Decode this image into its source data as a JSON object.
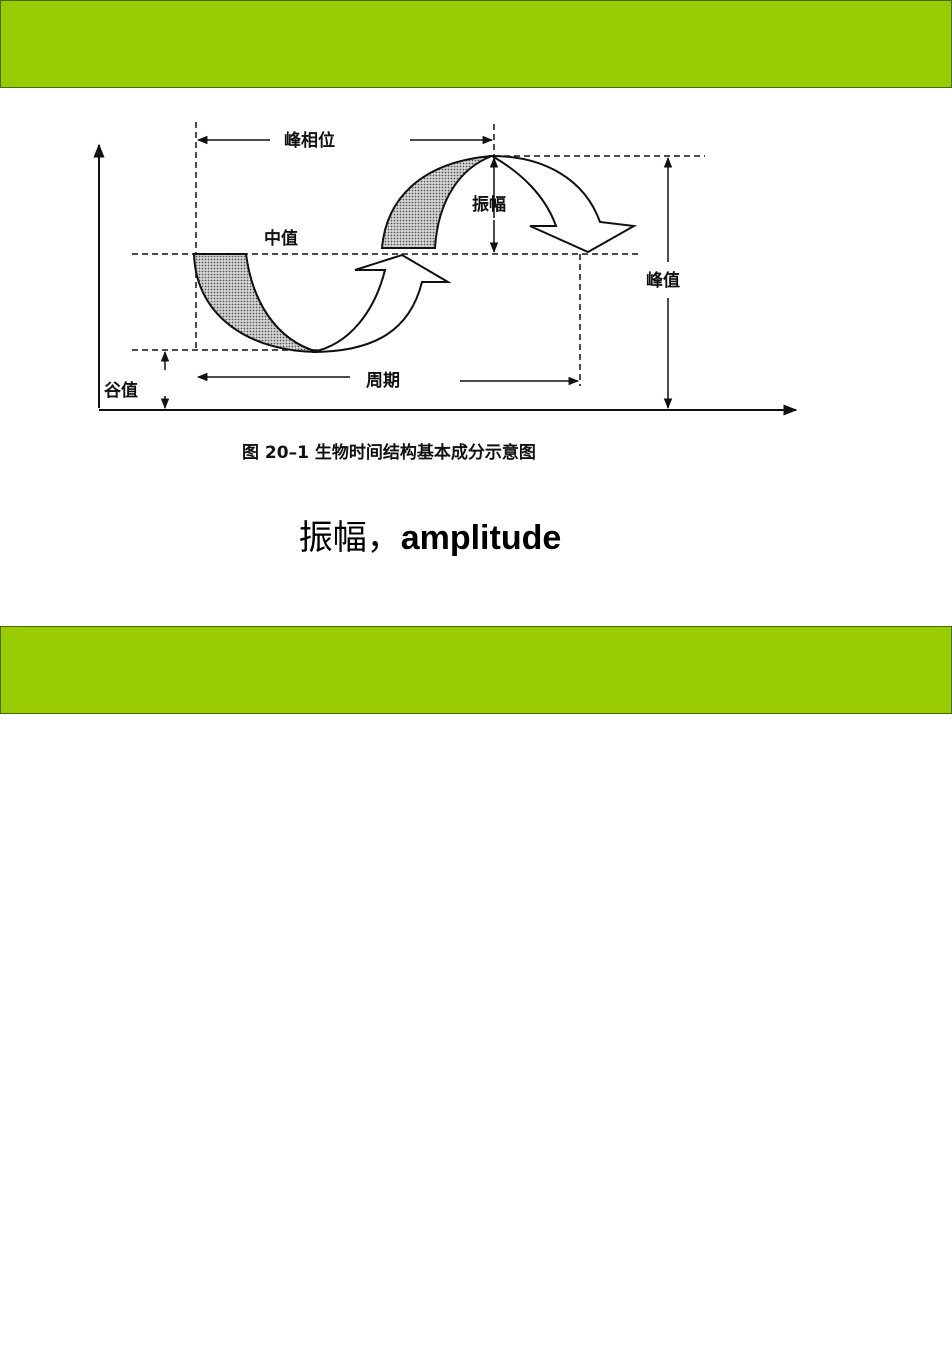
{
  "colors": {
    "band": "#99cc00",
    "band_border": "#4a6a00",
    "ink": "#111111",
    "shade": "#9a9a9a"
  },
  "diagram": {
    "label_peak_phase": "峰相位",
    "label_amplitude": "振幅",
    "label_mesor": "中值",
    "label_peak_value": "峰值",
    "label_trough_value": "谷值",
    "label_period": "周期",
    "caption": "图 20–1   生物时间结构基本成分示意图"
  },
  "caption": {
    "cjk": "振幅，",
    "latin": "amplitude"
  }
}
